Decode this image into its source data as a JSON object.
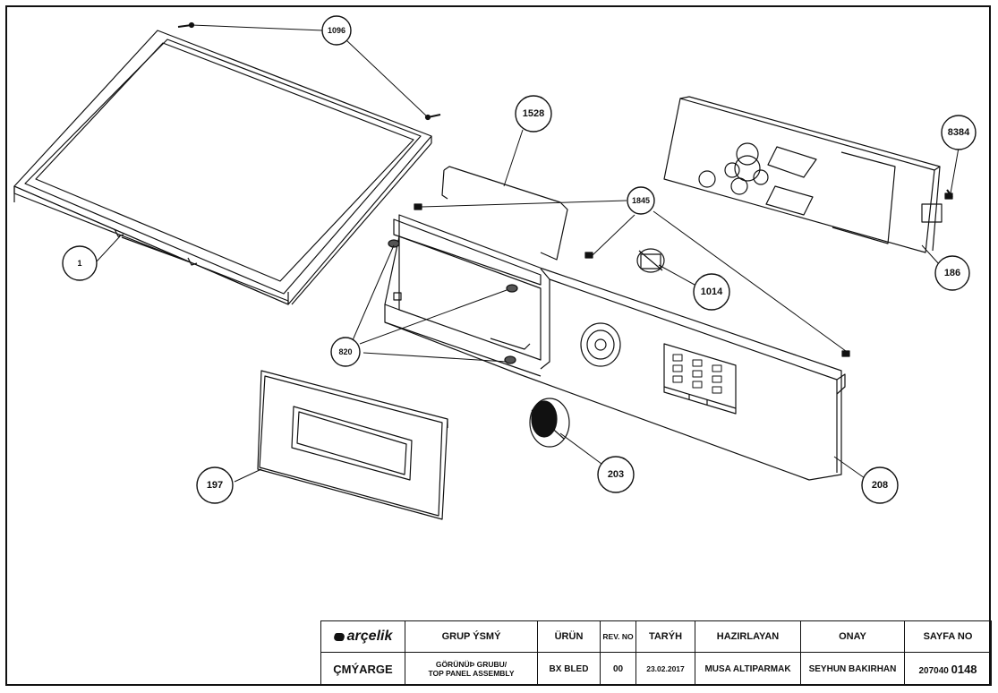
{
  "callouts": {
    "c1096": "1096",
    "c1528": "1528",
    "c8384": "8384",
    "c1845": "1845",
    "c1": "1",
    "c1014": "1014",
    "c186": "186",
    "c820": "820",
    "c203": "203",
    "c197": "197",
    "c208": "208"
  },
  "title_block": {
    "logo": "arçelik",
    "headers": {
      "group_name": "GRUP ÝSMÝ",
      "product": "ÜRÜN",
      "rev": "REV. NO",
      "date": "TARÝH",
      "prepared": "HAZIRLAYAN",
      "approval": "ONAY",
      "page": "SAYFA NO"
    },
    "values": {
      "title": "ÇMÝARGE",
      "group_line1": "GÖRÜNÜÞ GRUBU/",
      "group_line2": "TOP PANEL ASSEMBLY",
      "product": "BX BLED",
      "rev": "00",
      "date": "23.02.2017",
      "prepared": "MUSA ALTIPARMAK",
      "approval": "SEYHUN BAKIRHAN",
      "page_prefix": "207040",
      "page_number": "0148"
    }
  }
}
